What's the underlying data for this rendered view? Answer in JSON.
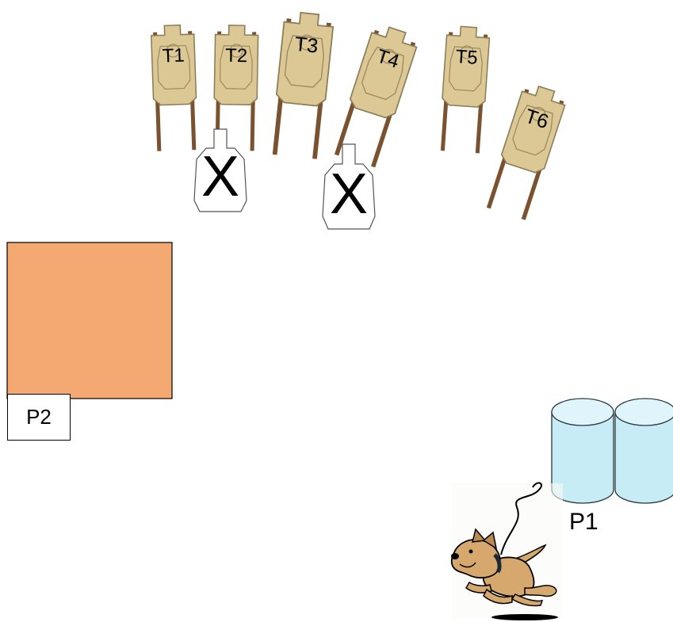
{
  "targets": [
    {
      "label": "T1"
    },
    {
      "label": "T2"
    },
    {
      "label": "T3"
    },
    {
      "label": "T4"
    },
    {
      "label": "T5"
    },
    {
      "label": "T6"
    }
  ],
  "no_shoot_targets": [
    {
      "mark": "X"
    },
    {
      "mark": "X"
    }
  ],
  "positions": {
    "p1": "P1",
    "p2": "P2"
  },
  "colors": {
    "target_fill": "#dcc895",
    "target_stroke": "#8a7a55",
    "stake": "#7a5230",
    "wall_fill": "#f4a872",
    "barrel_fill": "#c8ecf6",
    "barrel_top": "#dff5fb",
    "barrel_stroke": "#2a3a40",
    "dog_fill": "#d7a86e"
  },
  "icons": [
    "cardboard-target-icon",
    "no-shoot-target-icon",
    "barrel-icon",
    "dog-on-leash-icon"
  ]
}
